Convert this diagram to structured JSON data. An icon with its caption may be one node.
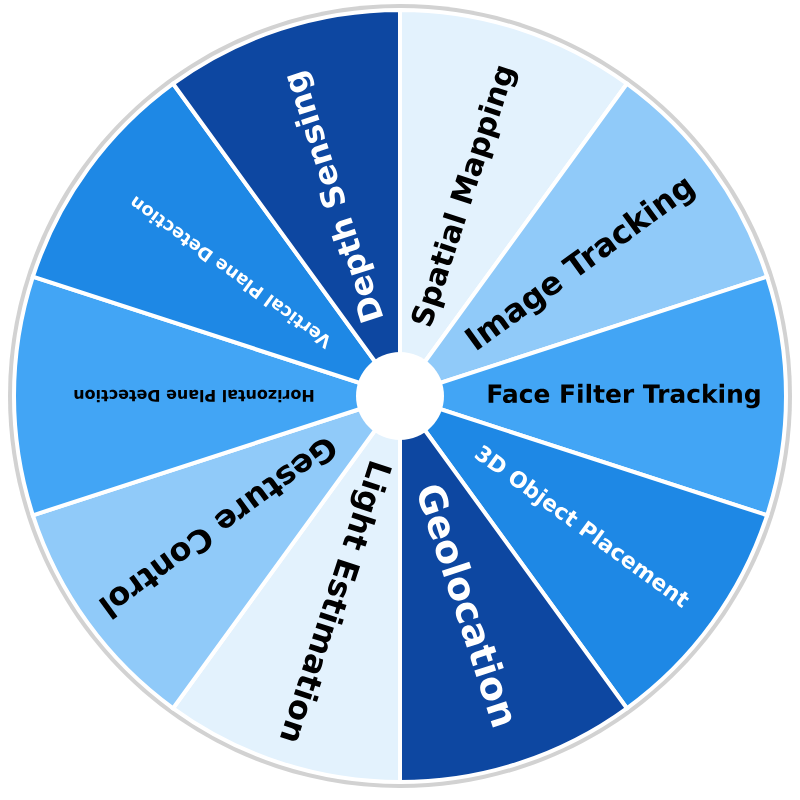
{
  "diagram": {
    "nodes": [
      {
        "text": [
          "Spatial Mapping"
        ]
      },
      {
        "text": [
          "Image Tracking"
        ]
      },
      {
        "text": [
          "Face Filter Tracking"
        ]
      },
      {
        "text": [
          "3D Object Placement"
        ]
      },
      {
        "text": [
          "Geolocation"
        ]
      },
      {
        "text": [
          "Light Estimation"
        ]
      },
      {
        "text": [
          "Gesture Control"
        ]
      },
      {
        "text": [
          "Horizontal Plane Detection"
        ]
      },
      {
        "text": [
          "Vertical Plane Detection"
        ]
      },
      {
        "text": [
          "Depth Sensing"
        ]
      }
    ]
  }
}
